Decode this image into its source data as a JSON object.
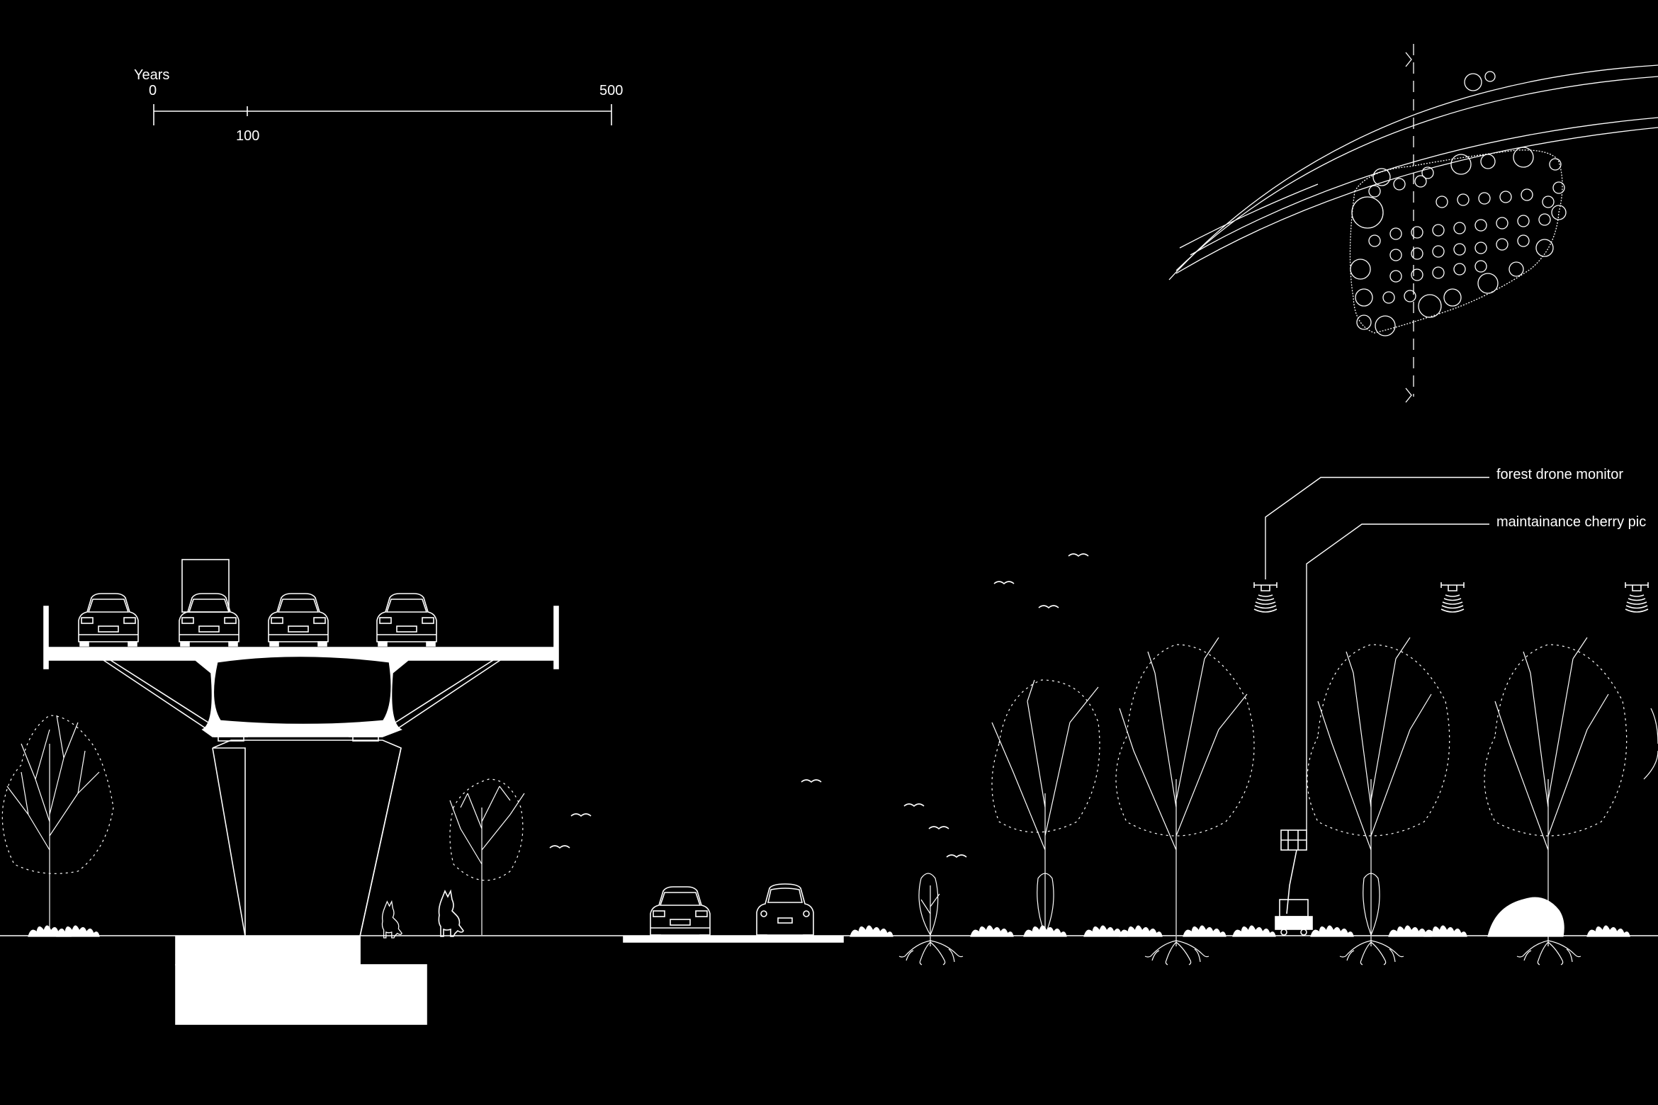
{
  "scale": {
    "title": "Years",
    "tick_0": "0",
    "tick_100": "100",
    "tick_500": "500"
  },
  "callouts": {
    "drone": "forest drone monitor",
    "cherry_picker": "maintainance cherry pic"
  },
  "colors": {
    "background": "#000000",
    "linework": "#ffffff"
  },
  "icons": [
    "highway-bridge-icon",
    "car-icon",
    "truck-icon",
    "tree-icon",
    "fox-icon",
    "bird-icon",
    "drone-icon",
    "cherry-picker-icon",
    "section-marker-icon"
  ]
}
